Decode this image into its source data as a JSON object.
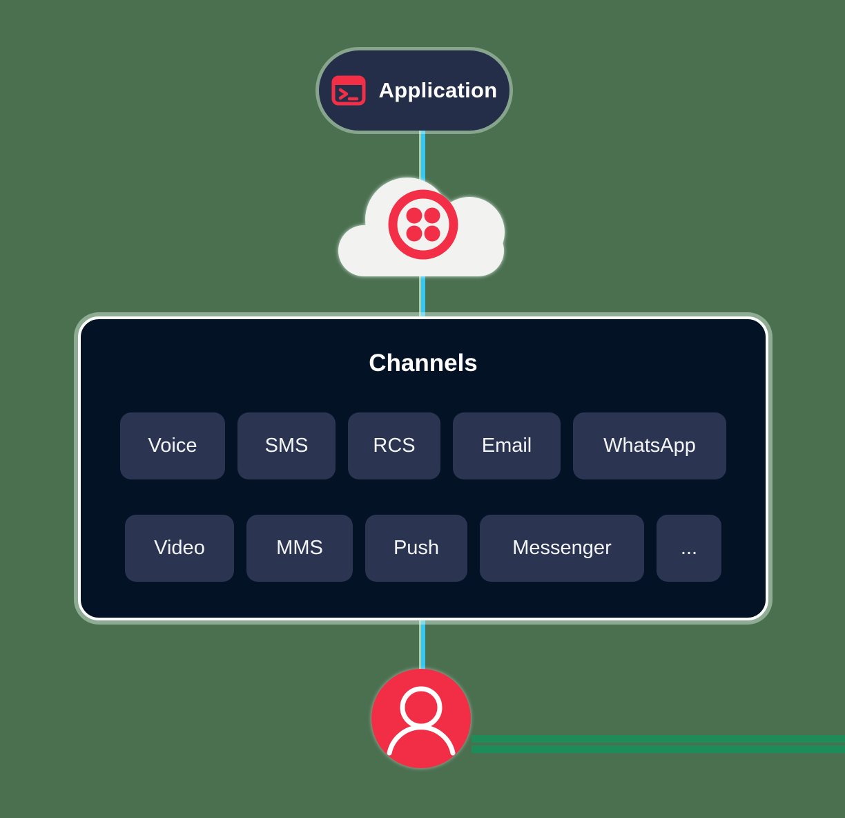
{
  "application": {
    "label": "Application",
    "icon": "terminal-icon"
  },
  "cloud": {
    "icon": "twilio-logo-icon"
  },
  "channels": {
    "title": "Channels",
    "row1": [
      "Voice",
      "SMS",
      "RCS",
      "Email",
      "WhatsApp"
    ],
    "row2": [
      "Video",
      "MMS",
      "Push",
      "Messenger",
      "..."
    ]
  },
  "user": {
    "icon": "person-icon"
  },
  "colors": {
    "background_green": "#4B7050",
    "stripe_green": "#1E8C58",
    "node_navy": "#252E48",
    "panel_navy": "#041226",
    "chip_navy": "#2B3450",
    "accent_red": "#F22F46",
    "connector_cyan": "#38C6F0",
    "cloud_white": "#F2F3F1",
    "text_white": "#FFFFFF"
  }
}
